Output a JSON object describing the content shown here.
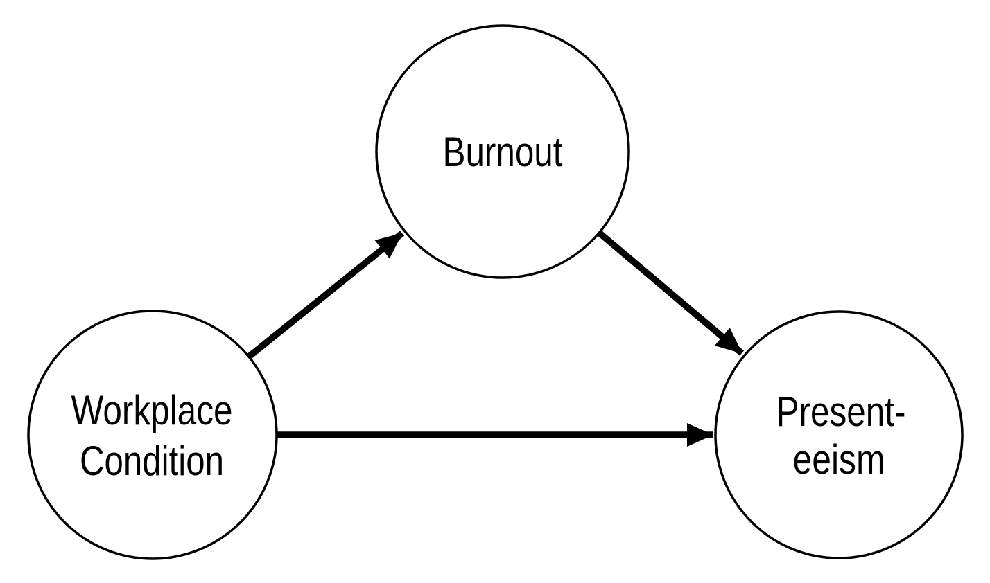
{
  "diagram": {
    "type": "path-diagram",
    "background_color": "#ffffff",
    "stroke_color": "#000000",
    "text_color": "#000000",
    "nodes": [
      {
        "id": "workplace-condition",
        "shape": "circle",
        "label": "Workplace Condition",
        "lines": [
          "Workplace",
          "Condition"
        ]
      },
      {
        "id": "burnout",
        "shape": "circle",
        "label": "Burnout",
        "lines": [
          "Burnout"
        ]
      },
      {
        "id": "presenteeism",
        "shape": "circle",
        "label": "Present-eeism",
        "lines": [
          "Present-",
          "eeism"
        ]
      }
    ],
    "edges": [
      {
        "from": "workplace-condition",
        "to": "burnout",
        "style": "solid-arrow"
      },
      {
        "from": "workplace-condition",
        "to": "presenteeism",
        "style": "solid-arrow"
      },
      {
        "from": "burnout",
        "to": "presenteeism",
        "style": "solid-arrow"
      }
    ]
  }
}
